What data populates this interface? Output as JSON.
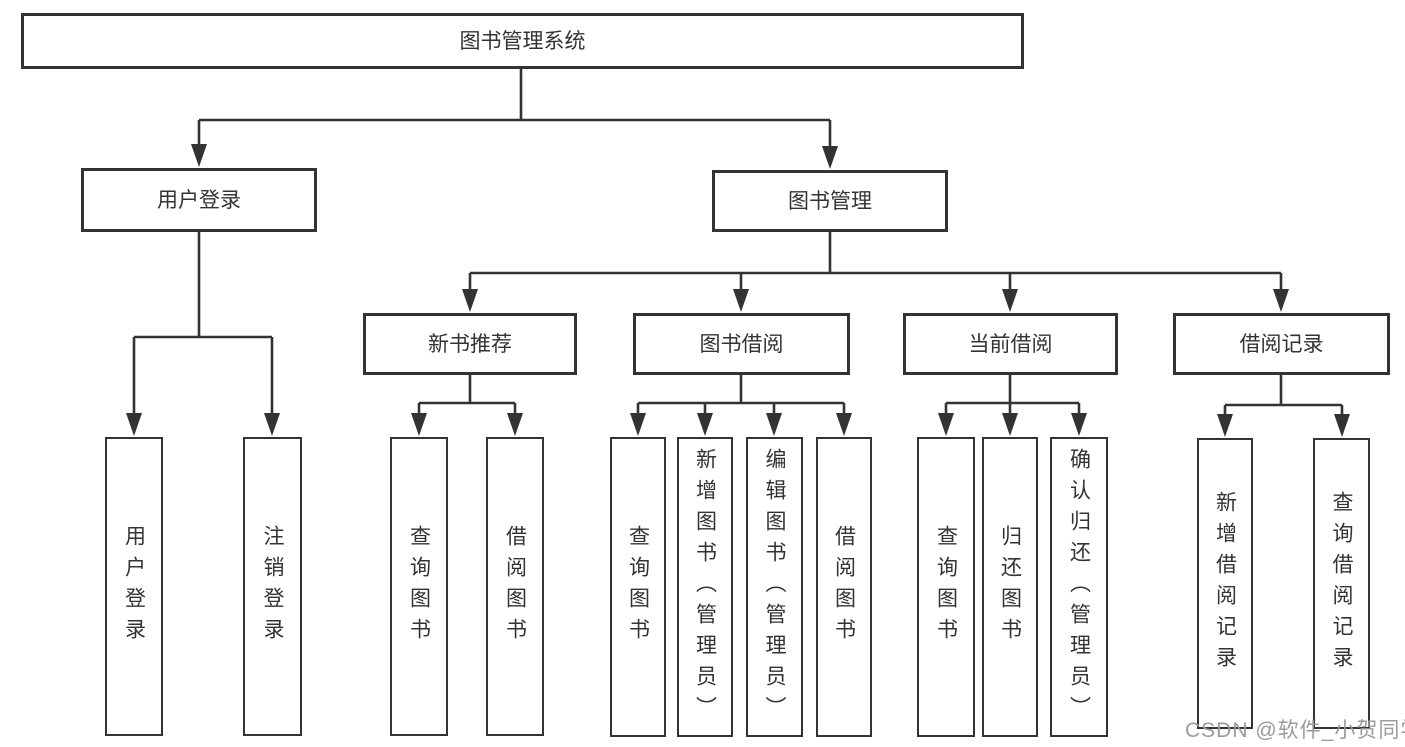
{
  "nodes": {
    "root": {
      "label": "图书管理系统"
    },
    "userLogin": {
      "label": "用户登录"
    },
    "bookMgmt": {
      "label": "图书管理"
    },
    "newBookRec": {
      "label": "新书推荐"
    },
    "bookBorrow": {
      "label": "图书借阅"
    },
    "currentBorrow": {
      "label": "当前借阅"
    },
    "borrowRecords": {
      "label": "借阅记录"
    },
    "leafUserLogin": {
      "label": "用户登录"
    },
    "leafLogout": {
      "label": "注销登录"
    },
    "leafQueryBook1": {
      "label": "查询图书"
    },
    "leafBorrowBook1": {
      "label": "借阅图书"
    },
    "leafQueryBook2": {
      "label": "查询图书"
    },
    "leafAddBook": {
      "label": "新增图书（管理员）"
    },
    "leafEditBook": {
      "label": "编辑图书（管理员）"
    },
    "leafBorrowBook2": {
      "label": "借阅图书"
    },
    "leafQueryBook3": {
      "label": "查询图书"
    },
    "leafReturnBook": {
      "label": "归还图书"
    },
    "leafConfirmReturn": {
      "label": "确认归还（管理员）"
    },
    "leafAddRecord": {
      "label": "新增借阅记录"
    },
    "leafQueryRecord": {
      "label": "查询借阅记录"
    }
  },
  "watermark": "CSDN @软件_小贺同学",
  "colors": {
    "line": "#333333",
    "text": "#333333",
    "background": "#ffffff",
    "watermark": "#9b9b9b"
  }
}
